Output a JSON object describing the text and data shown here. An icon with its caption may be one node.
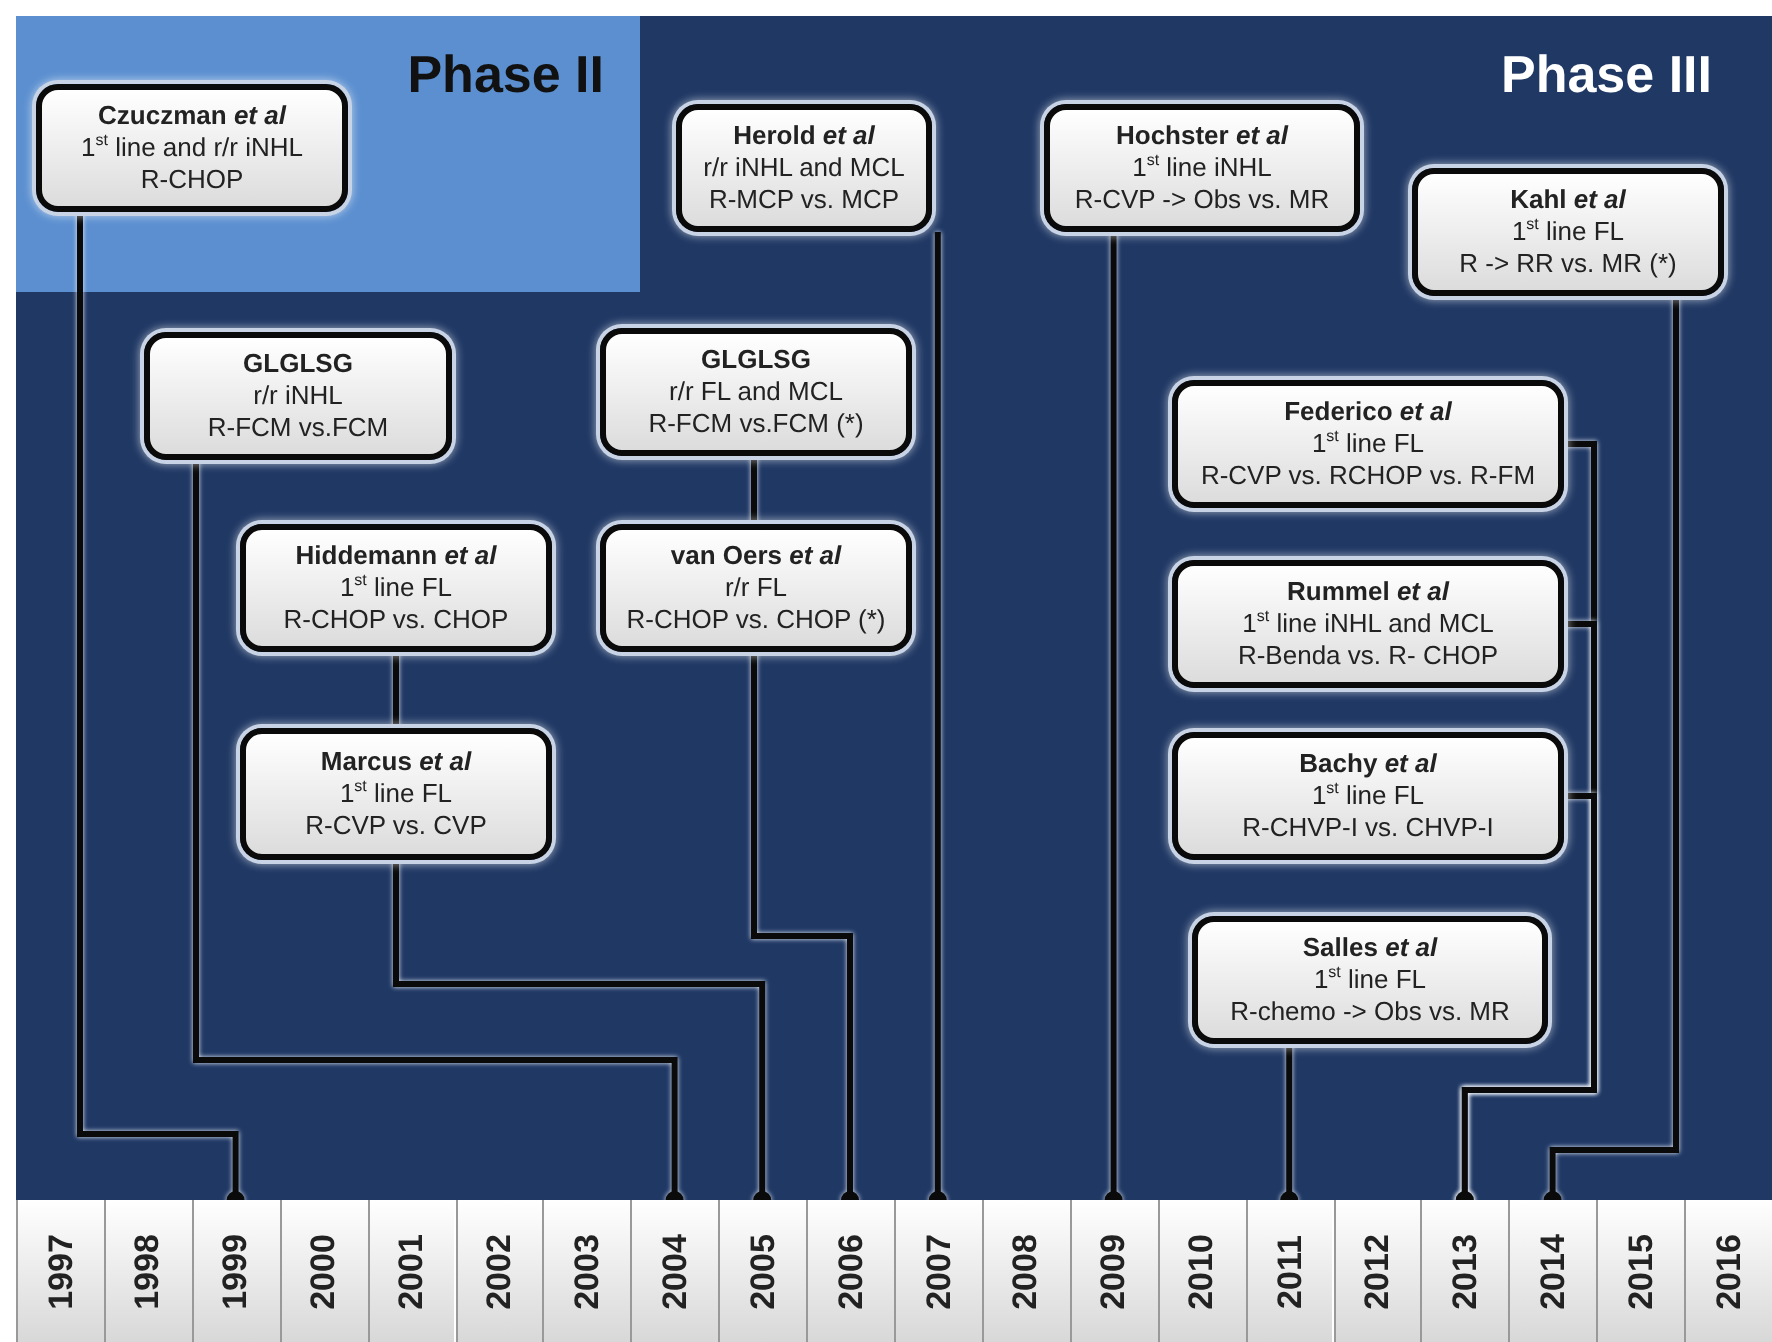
{
  "diagram": {
    "nodes": [
      {
        "text": [
          "Phase II"
        ]
      },
      {
        "text": [
          "Czuczman *et al*",
          "1$^{st}$ line and r/r iNHL",
          "R-CHOP"
        ],
        "in": 0
      },
      {
        "text": [
          "Herold *et al*",
          "r/r iNHL and MCL",
          "R-MCP vs. MCP"
        ]
      },
      {
        "text": [
          "Hochster *et al*",
          "1$^{st}$ line iNHL",
          "R-CVP -> Obs vs. MR"
        ]
      },
      {
        "text": [
          "Kahl *et al*",
          "1$^{st}$ line FL",
          "R -> RR vs. MR (*)"
        ]
      },
      {
        "text": [
          "GLGLSG",
          "r/r iNHL",
          "R-FCM vs.FCM"
        ]
      },
      {
        "text": [
          "GLGLSG",
          "r/r FL and MCL",
          "R-FCM vs.FCM (*)"
        ]
      },
      {
        "text": [
          "Federico *et al*",
          "1$^{st}$ line FL",
          "R-CVP vs. RCHOP vs. R-FM"
        ]
      },
      {
        "text": [
          "Hiddemann *et al*",
          "1$^{st}$ line FL",
          "R-CHOP vs. CHOP"
        ]
      },
      {
        "text": [
          "van Oers *et al*",
          "r/r FL",
          "R-CHOP vs. CHOP (*)"
        ]
      },
      {
        "text": [
          "Rummel *et al*",
          "1$^{st}$ line iNHL and MCL",
          "R-Benda vs. R- CHOP"
        ]
      },
      {
        "text": [
          "Marcus *et al*",
          "1$^{st}$ line FL",
          "R-CVP vs. CVP"
        ]
      },
      {
        "text": [
          "Bachy *et al*",
          "1$^{st}$ line FL",
          "R-CHVP-I vs. CHVP-I"
        ]
      },
      {
        "text": [
          "Salles *et al*",
          "1$^{st}$ line FL",
          "R-chemo -> Obs vs. MR"
        ]
      },
      {
        "text": [
          "1997"
        ]
      },
      {
        "text": [
          "1998"
        ]
      },
      {
        "text": [
          "1999"
        ]
      },
      {
        "text": [
          "2000"
        ]
      },
      {
        "text": [
          "2001"
        ]
      },
      {
        "text": [
          "2002"
        ]
      },
      {
        "text": [
          "2003"
        ]
      },
      {
        "text": [
          "2004"
        ]
      },
      {
        "text": [
          "2005"
        ]
      },
      {
        "text": [
          "2006"
        ]
      },
      {
        "text": [
          "2007"
        ]
      },
      {
        "text": [
          "2008"
        ]
      },
      {
        "text": [
          "2009"
        ]
      },
      {
        "text": [
          "2010"
        ]
      },
      {
        "text": [
          "2011"
        ]
      },
      {
        "text": [
          "2012"
        ]
      },
      {
        "text": [
          "2013"
        ]
      },
      {
        "text": [
          "2014"
        ]
      },
      {
        "text": [
          "2015"
        ]
      },
      {
        "text": [
          "2016"
        ]
      }
    ],
    "edges": [
      {
        "from": 1,
        "to": 16,
        "arrow": "other"
      },
      {
        "from": 5,
        "to": 21,
        "arrow": "other"
      },
      {
        "from": 8,
        "to": 11,
        "arrow": "none"
      },
      {
        "from": 11,
        "to": 22,
        "arrow": "other"
      },
      {
        "from": 6,
        "to": 9,
        "arrow": "none"
      },
      {
        "from": 9,
        "to": 23,
        "arrow": "other"
      },
      {
        "from": 2,
        "to": 24,
        "arrow": "other"
      },
      {
        "from": 3,
        "to": 26,
        "arrow": "other"
      },
      {
        "from": 13,
        "to": 28,
        "arrow": "other"
      },
      {
        "from": 7,
        "to": 30,
        "arrow": "other"
      },
      {
        "from": 10,
        "to": 30,
        "arrow": "other"
      },
      {
        "from": 12,
        "to": 30,
        "arrow": "other"
      },
      {
        "from": 4,
        "to": 31,
        "arrow": "other"
      }
    ],
    "labels": [
      "Phase III"
    ]
  }
}
